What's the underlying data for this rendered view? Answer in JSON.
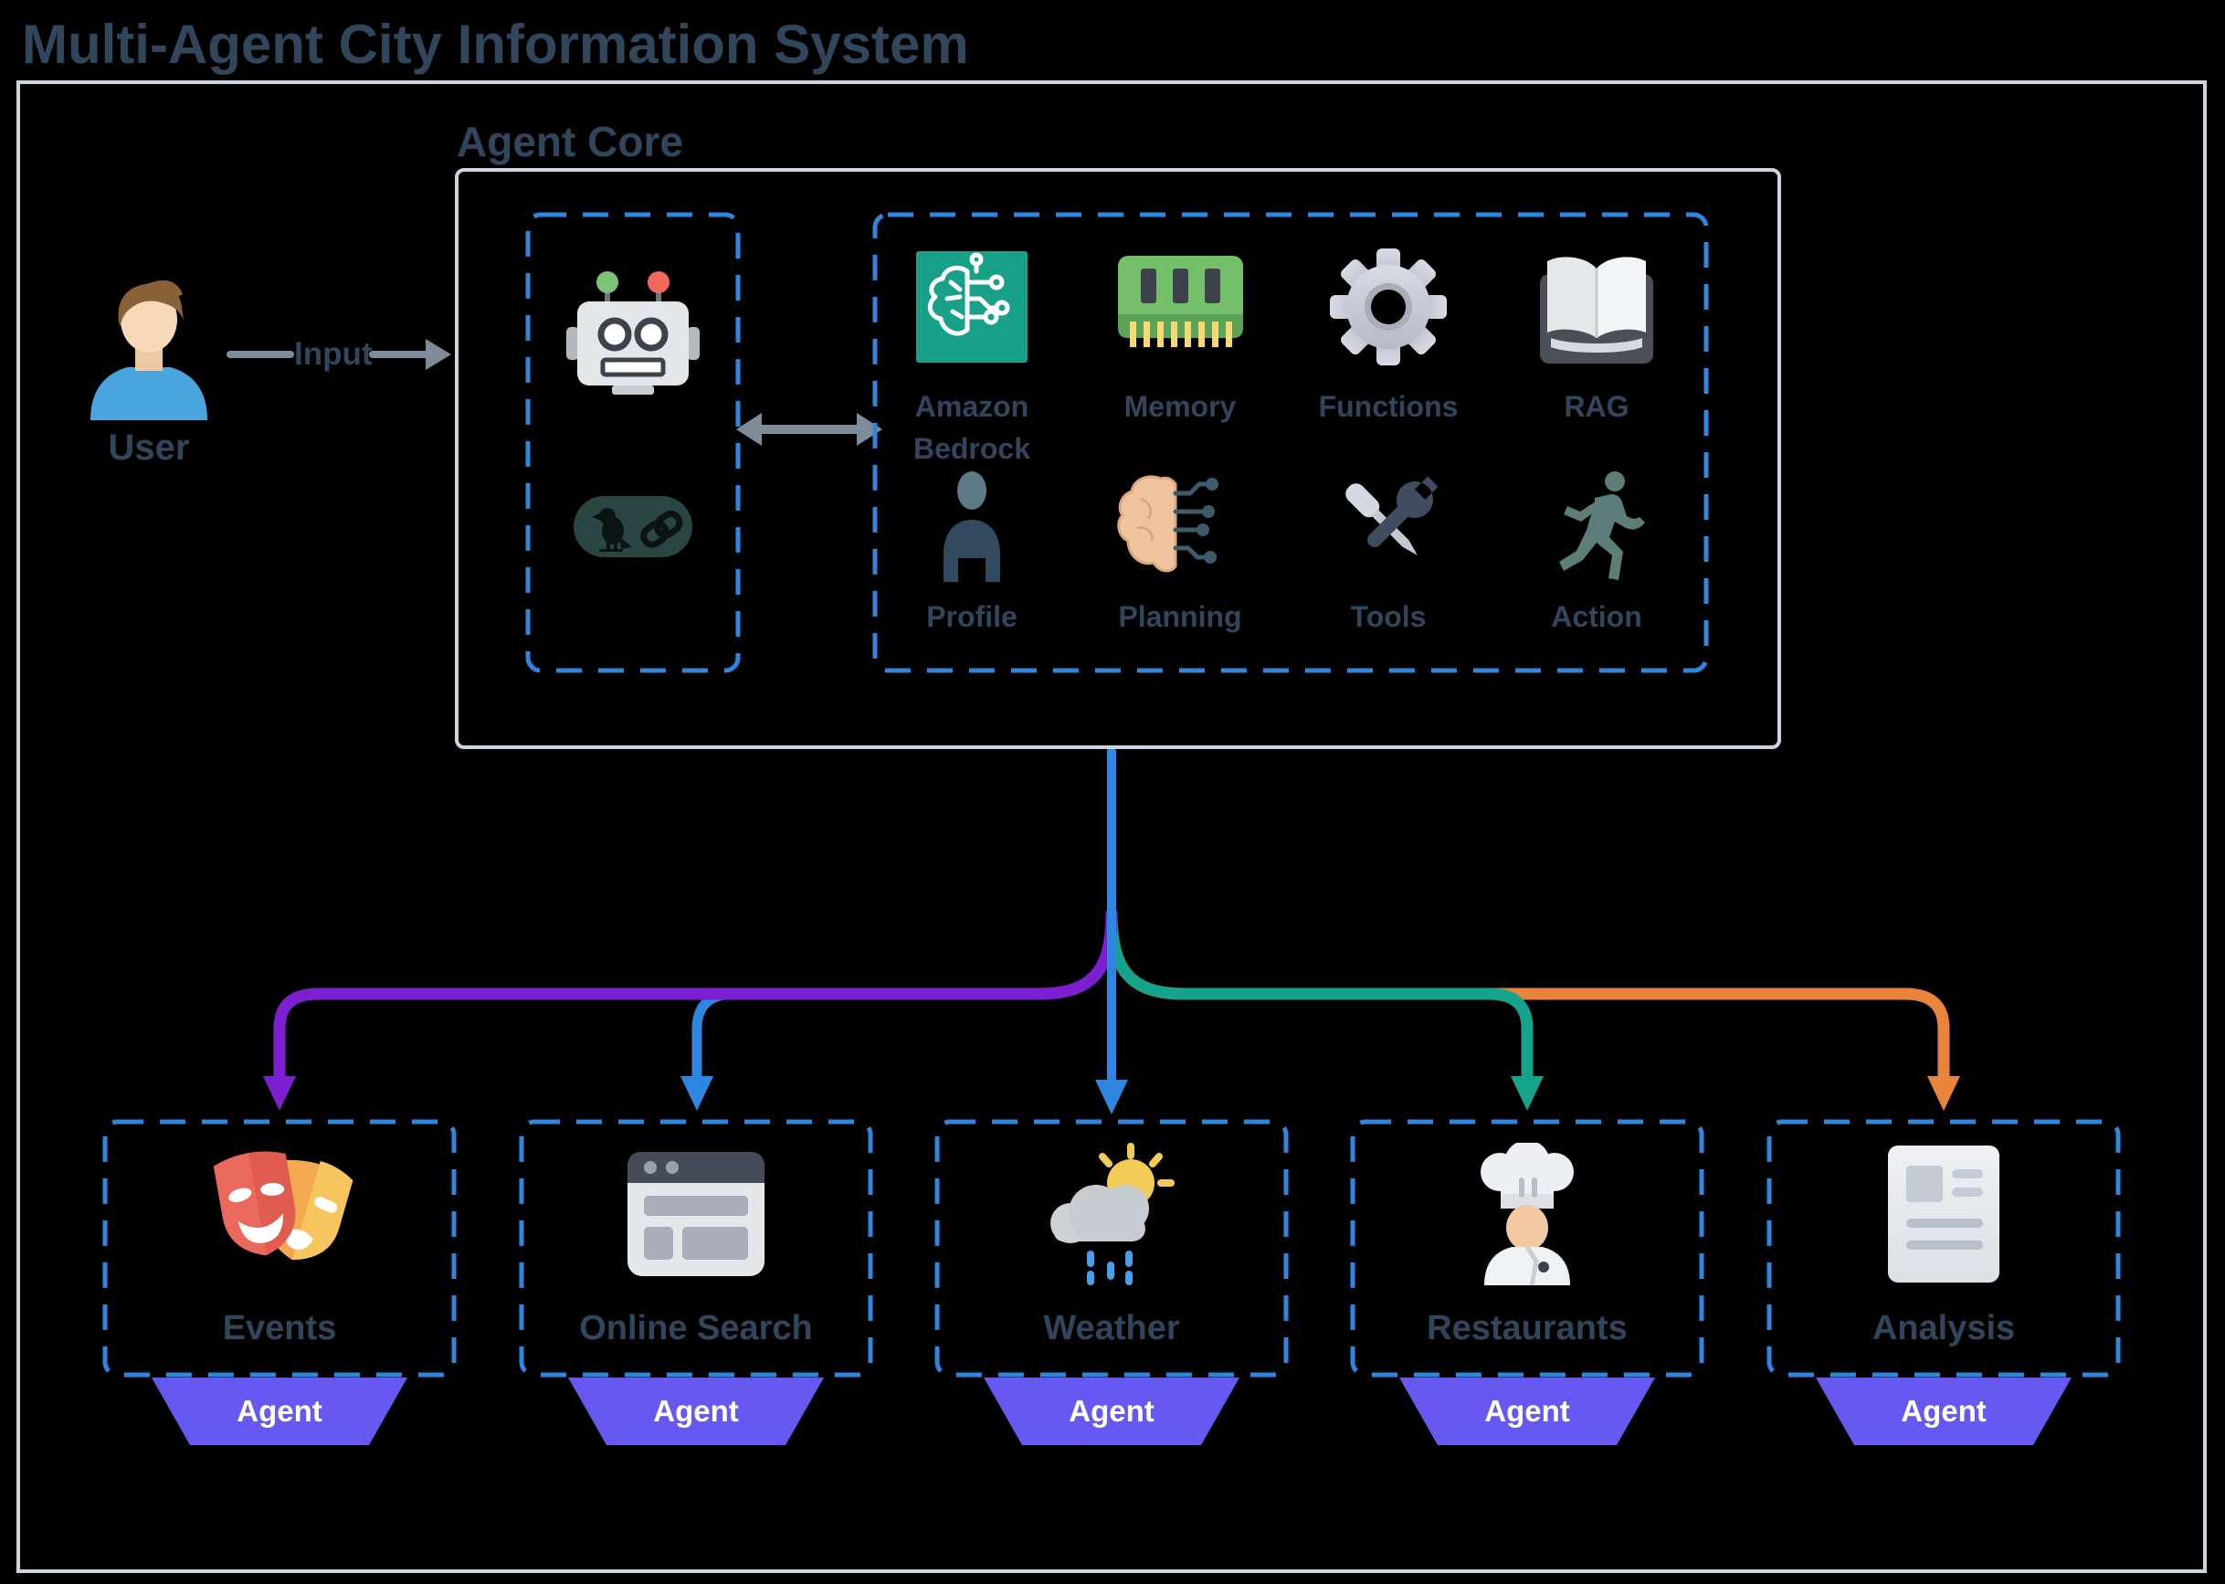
{
  "title": "Multi-Agent City Information System",
  "user": {
    "label": "User"
  },
  "input_arrow": {
    "label": "Input"
  },
  "agent_core": {
    "label": "Agent Core",
    "left_panel_icons": [
      "robot-icon",
      "langchain-icon"
    ],
    "modules": [
      {
        "label": "Amazon Bedrock",
        "icon": "brain-circuit-icon"
      },
      {
        "label": "Memory",
        "icon": "ram-chip-icon"
      },
      {
        "label": "Functions",
        "icon": "gear-icon"
      },
      {
        "label": "RAG",
        "icon": "open-book-icon"
      },
      {
        "label": "Profile",
        "icon": "person-silhouette-icon"
      },
      {
        "label": "Planning",
        "icon": "brain-network-icon"
      },
      {
        "label": "Tools",
        "icon": "wrench-screwdriver-icon"
      },
      {
        "label": "Action",
        "icon": "runner-icon"
      }
    ]
  },
  "agents": [
    {
      "label": "Events",
      "badge_label": "Agent",
      "icon": "theater-masks-icon",
      "branch_color": "#7b1fd0"
    },
    {
      "label": "Online Search",
      "badge_label": "Agent",
      "icon": "browser-window-icon",
      "branch_color": "#2e86e0"
    },
    {
      "label": "Weather",
      "badge_label": "Agent",
      "icon": "sun-rain-cloud-icon",
      "branch_color": "#2e86e0"
    },
    {
      "label": "Restaurants",
      "badge_label": "Agent",
      "icon": "chef-icon",
      "branch_color": "#16a38c"
    },
    {
      "label": "Analysis",
      "badge_label": "Agent",
      "icon": "report-document-icon",
      "branch_color": "#e8843c"
    }
  ],
  "colors": {
    "background": "#000000",
    "text": "#31465b",
    "box_border": "#ccd5df",
    "dashed_border": "#2e86de",
    "gray_arrow": "#7e8c9a",
    "purple": "#7b1fd0",
    "blue": "#2e86e0",
    "teal": "#16a38c",
    "orange": "#e8843c",
    "badge": "#6659f1"
  }
}
